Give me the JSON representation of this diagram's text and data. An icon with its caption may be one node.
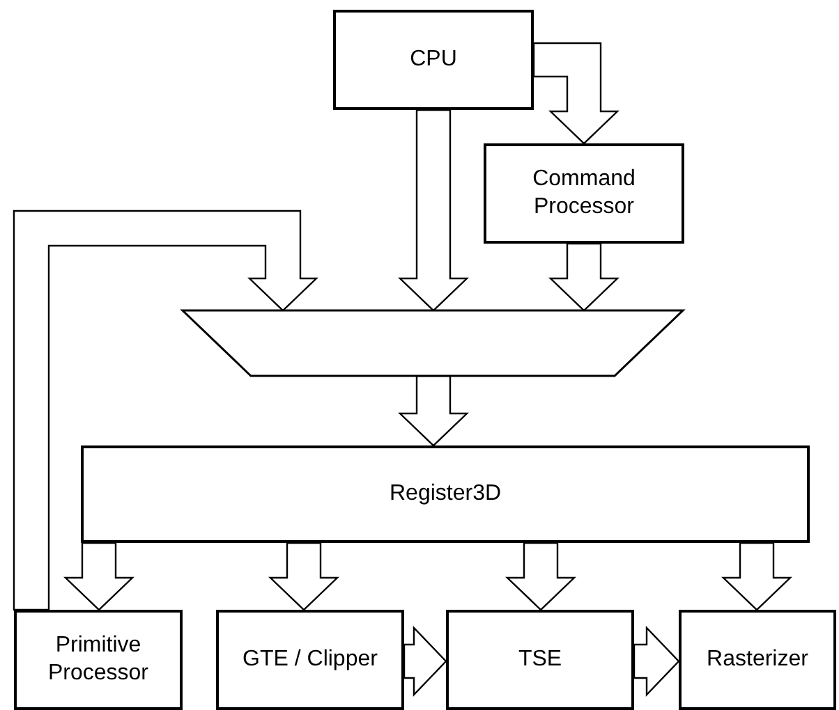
{
  "diagram": {
    "nodes": [
      {
        "text": [
          "CPU"
        ]
      },
      {
        "text": [
          "Command Processor"
        ]
      },
      {
        "text": [],
        "shape": "trapezoid"
      },
      {
        "text": [
          "Register3D"
        ]
      },
      {
        "text": [
          "Primitive Processor"
        ]
      },
      {
        "text": [
          "GTE / Clipper"
        ]
      },
      {
        "text": [
          "TSE"
        ]
      },
      {
        "text": [
          "Rasterizer"
        ]
      }
    ],
    "edges": [
      {
        "from": 0,
        "to": 1,
        "arrow": "to"
      },
      {
        "from": 0,
        "to": 2,
        "arrow": "to"
      },
      {
        "from": 1,
        "to": 2,
        "arrow": "to"
      },
      {
        "from": 4,
        "to": 2,
        "arrow": "to"
      },
      {
        "from": 2,
        "to": 3,
        "arrow": "to"
      },
      {
        "from": 3,
        "to": 4,
        "arrow": "to"
      },
      {
        "from": 3,
        "to": 5,
        "arrow": "to"
      },
      {
        "from": 3,
        "to": 6,
        "arrow": "to"
      },
      {
        "from": 3,
        "to": 7,
        "arrow": "to"
      },
      {
        "from": 5,
        "to": 6,
        "arrow": "to"
      },
      {
        "from": 6,
        "to": 7,
        "arrow": "to"
      }
    ]
  }
}
